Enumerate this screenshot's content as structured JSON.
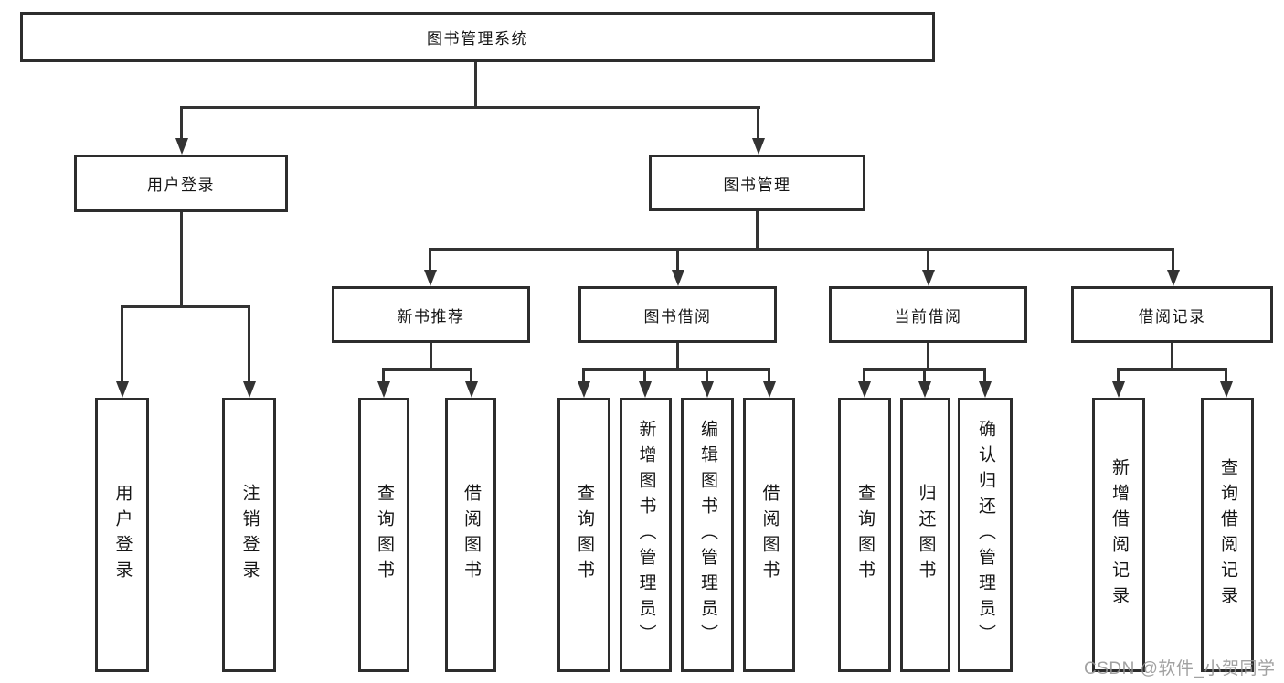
{
  "tree": {
    "root": "图书管理系统",
    "children": [
      {
        "label": "用户登录",
        "leaves": [
          "用户登录",
          "注销登录"
        ]
      },
      {
        "label": "图书管理",
        "children": [
          {
            "label": "新书推荐",
            "leaves": [
              "查询图书",
              "借阅图书"
            ]
          },
          {
            "label": "图书借阅",
            "leaves": [
              "查询图书",
              "新增图书（管理员）",
              "编辑图书（管理员）",
              "借阅图书"
            ]
          },
          {
            "label": "当前借阅",
            "leaves": [
              "查询图书",
              "归还图书",
              "确认归还（管理员）"
            ]
          },
          {
            "label": "借阅记录",
            "leaves": [
              "新增借阅记录",
              "查询借阅记录"
            ]
          }
        ]
      }
    ]
  },
  "watermark": {
    "text": "CSDN @软件_小贺同学"
  },
  "colors": {
    "line": "#333333",
    "border": "#2d2d2d",
    "watermark": "#949494",
    "background": "#ffffff"
  }
}
